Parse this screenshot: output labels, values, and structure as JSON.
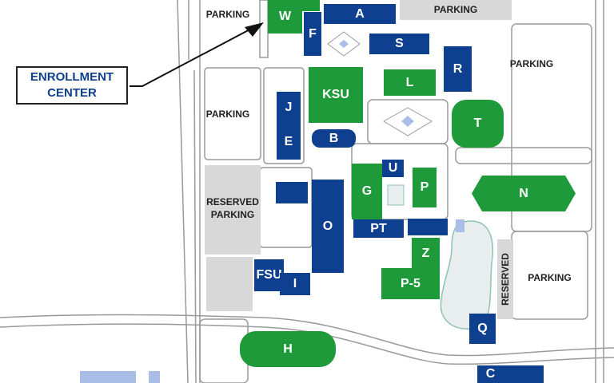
{
  "callout": {
    "line1": "ENROLLMENT",
    "line2": "CENTER"
  },
  "parking": {
    "top_left": "PARKING",
    "top_right": "PARKING",
    "right": "PARKING",
    "left": "PARKING",
    "reserved_left_1": "RESERVED",
    "reserved_left_2": "PARKING",
    "reserved_vertical": "RESERVED",
    "lower_right": "PARKING"
  },
  "buildings": {
    "W": "W",
    "F": "F",
    "A": "A",
    "S": "S",
    "R": "R",
    "L": "L",
    "KSU": "KSU",
    "J": "J",
    "E": "E",
    "B": "B",
    "T": "T",
    "U": "U",
    "G": "G",
    "P": "P",
    "N": "N",
    "O": "O",
    "PT": "PT",
    "Z": "Z",
    "P5": "P-5",
    "FSU": "FSU",
    "I": "I",
    "Q": "Q",
    "H": "H",
    "C": "C"
  },
  "colors": {
    "academic": "#0f3f8f",
    "student": "#1f9a3a",
    "reserved": "#d8d8d8",
    "pond": "#e8eeee"
  }
}
